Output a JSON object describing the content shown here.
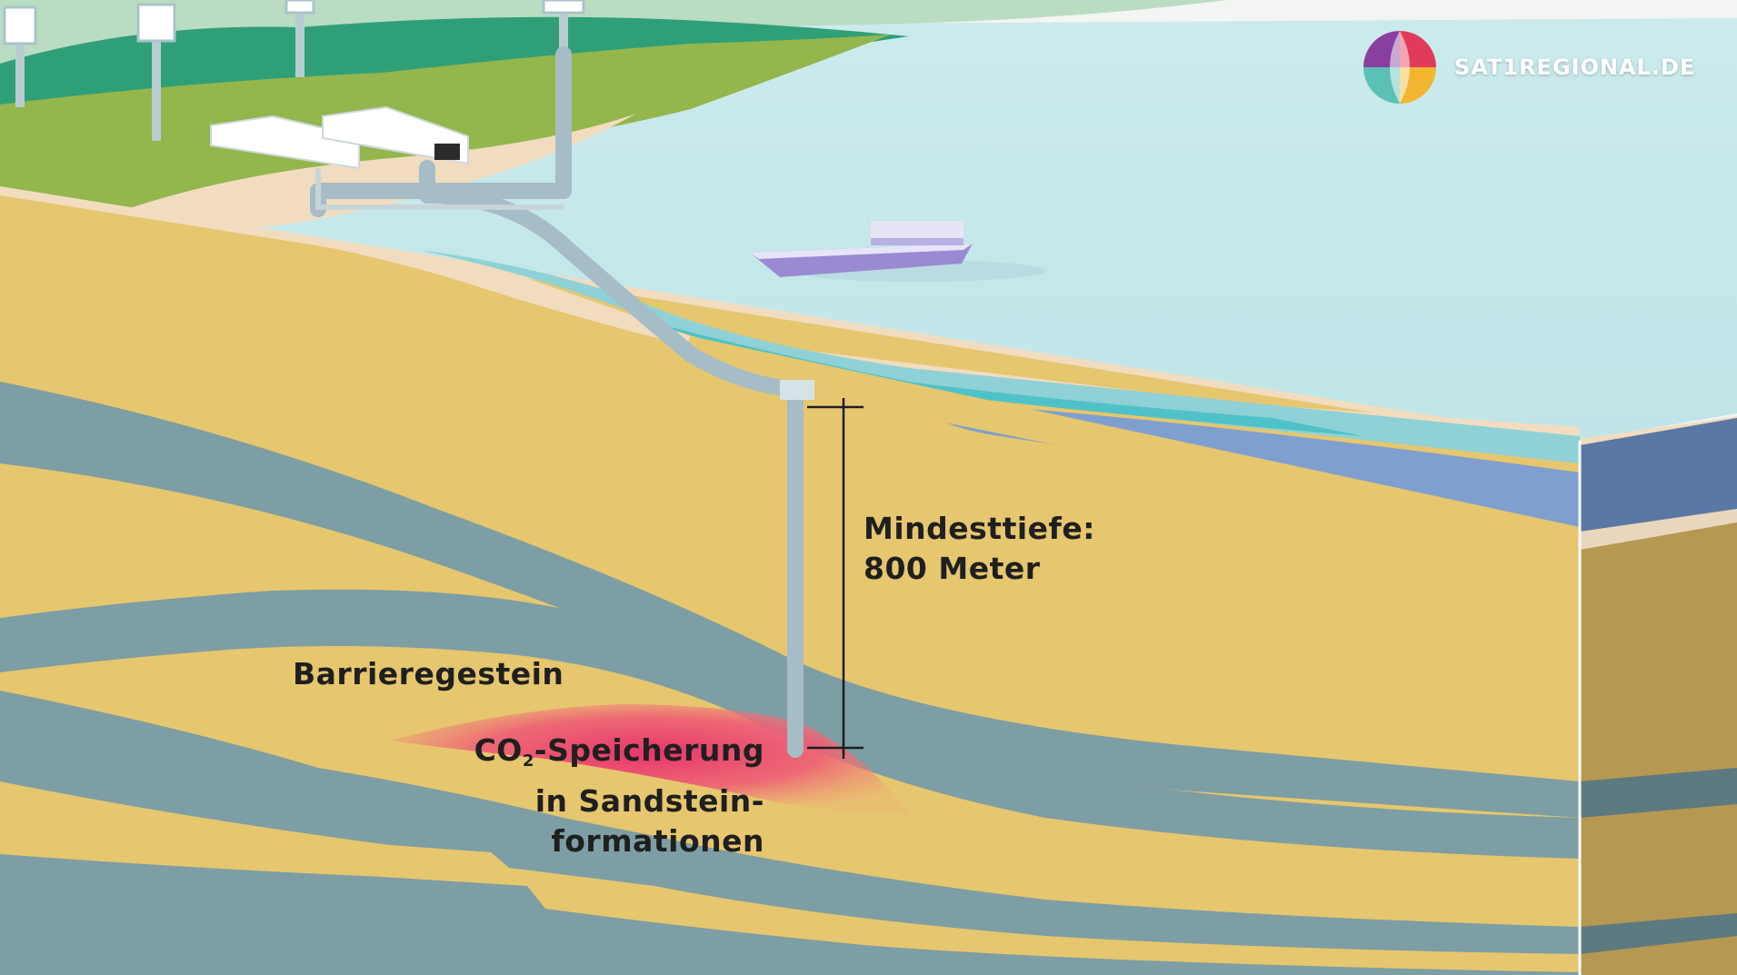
{
  "depth_label": {
    "line1": "Mindesttiefe:",
    "line2": "800 Meter"
  },
  "barrier_label": "Barrieregestein",
  "storage_label": {
    "prefix": "CO",
    "subscript": "2",
    "suffix": "-Speicherung",
    "line2": "in Sandstein-",
    "line3": "formationen"
  },
  "brand": {
    "text": "SAT1REGIONAL.DE",
    "icon": "sat1-ball-logo"
  },
  "colors": {
    "sky": "#f3f5f3",
    "sea": "#c3e7ea",
    "sandstone": "#e6c66e",
    "barrier_rock": "#7d9ea4",
    "co2_plume": "#e8356b",
    "pipe": "#a6bcc6",
    "ship": "#9a8ad2",
    "grass": "#8fb24e",
    "hills": "#3aa37a"
  }
}
